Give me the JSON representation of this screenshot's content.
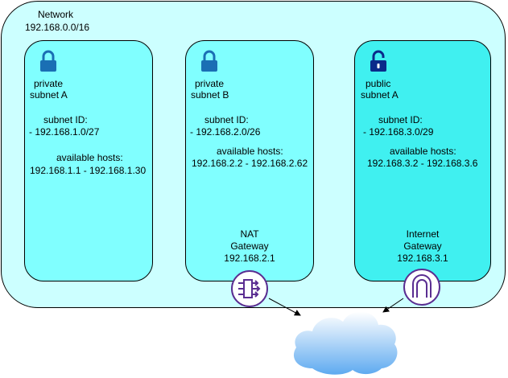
{
  "network": {
    "label": "Network",
    "cidr": "192.168.0.0/16"
  },
  "subnets": [
    {
      "name_line1": "private",
      "name_line2": "subnet A",
      "id_label": "subnet ID:",
      "id_value": "- 192.168.1.0/27",
      "hosts_label": "available hosts:",
      "hosts_value": "192.168.1.1 - 192.168.1.30",
      "icon": "lock-icon"
    },
    {
      "name_line1": "private",
      "name_line2": "subnet B",
      "id_label": "subnet ID:",
      "id_value": "- 192.168.2.0/26",
      "hosts_label": "available hosts:",
      "hosts_value": "192.168.2.2 - 192.168.2.62",
      "icon": "lock-icon",
      "gateway": {
        "line1": "NAT",
        "line2": "Gateway",
        "ip": "192.168.2.1",
        "icon": "nat-gateway-icon"
      }
    },
    {
      "name_line1": "public",
      "name_line2": "subnet A",
      "id_label": "subnet ID:",
      "id_value": "- 192.168.3.0/29",
      "hosts_label": "available hosts:",
      "hosts_value": "192.168.3.2 - 192.168.3.6",
      "icon": "unlock-icon",
      "gateway": {
        "line1": "Internet",
        "line2": "Gateway",
        "ip": "192.168.3.1",
        "icon": "internet-gateway-icon"
      }
    }
  ],
  "colors": {
    "network_bg": "#ccffff",
    "private_bg": "#80ffff",
    "public_bg": "#40f0f0",
    "lock_private": "#1a6fb4",
    "lock_public": "#0a2a8a",
    "gateway_icon": "#5a2d91"
  }
}
